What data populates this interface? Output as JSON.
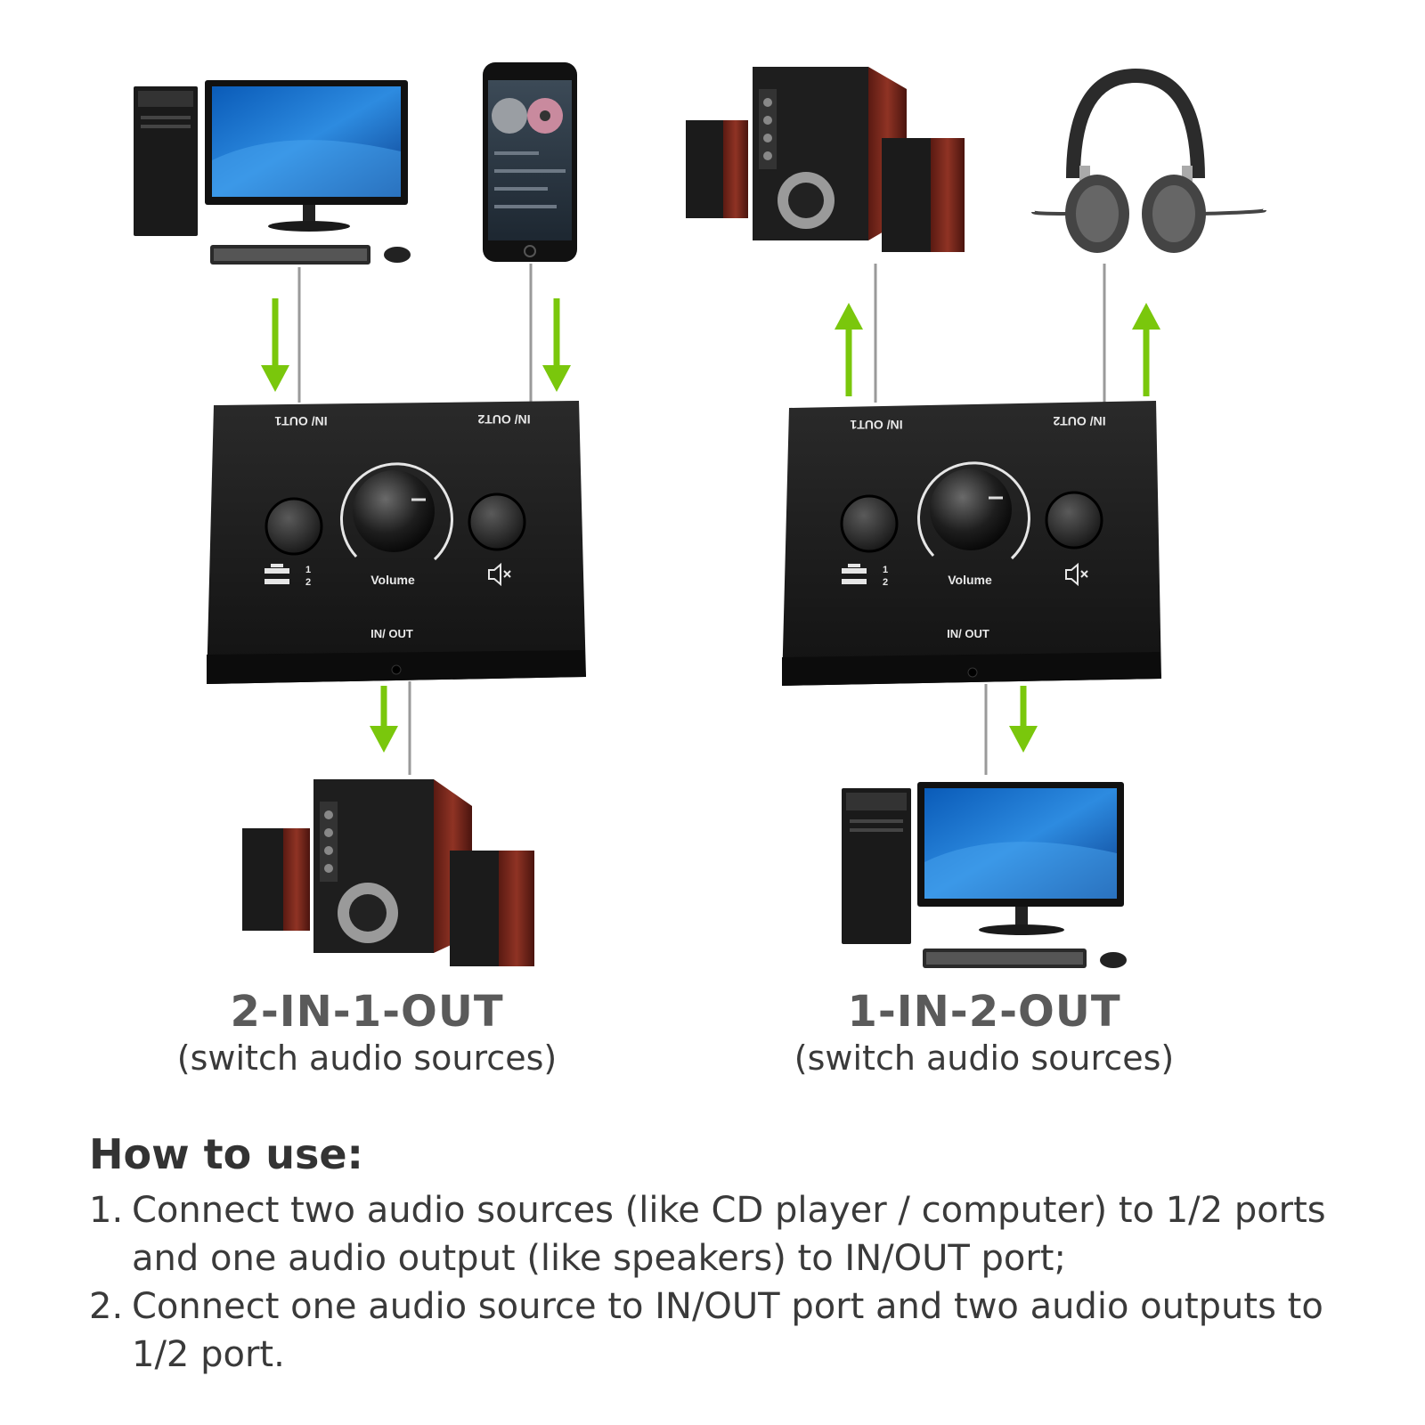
{
  "left_scene": {
    "title": "2-IN-1-OUT",
    "subtitle": "(switch audio sources)"
  },
  "right_scene": {
    "title": "1-IN-2-OUT",
    "subtitle": "(switch audio sources)"
  },
  "device": {
    "port1_label": "IN/ OUT1",
    "port2_label": "IN/ OUT2",
    "volume_label": "Volume",
    "bottom_port_label": "IN/ OUT",
    "switch_label_1": "1",
    "switch_label_2": "2"
  },
  "icons": {
    "arrow_color": "#7ac70c",
    "cable_color": "#9a9a9a"
  },
  "howto": {
    "heading": "How to use:",
    "steps": [
      {
        "num": "1.",
        "text": "Connect two audio sources (like CD player / computer) to 1/2 ports and one audio output (like speakers) to IN/OUT port;"
      },
      {
        "num": "2.",
        "text": "Connect one audio source to IN/OUT port and two audio outputs to 1/2 port."
      }
    ]
  }
}
